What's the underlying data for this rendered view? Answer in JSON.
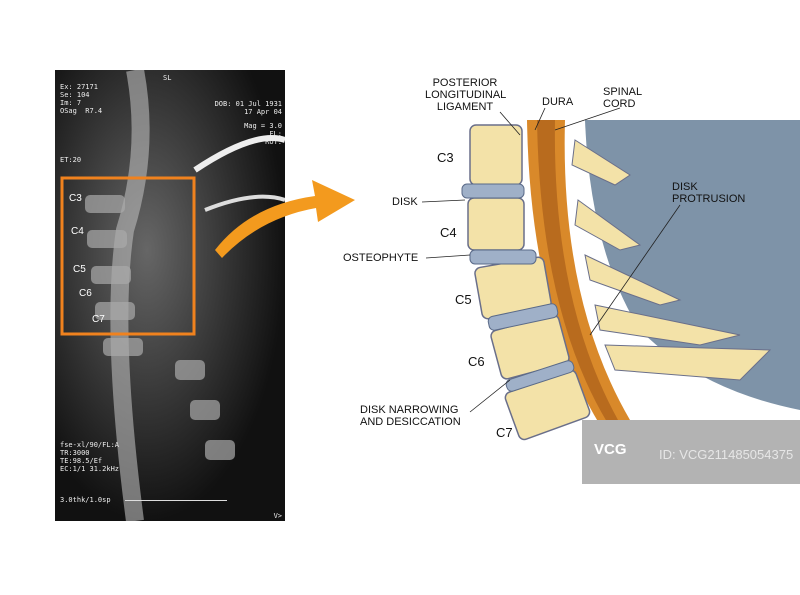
{
  "mri": {
    "top_left": [
      "Ex: 27171",
      "Se: 104",
      "Im: 7",
      "OSag  R7.4"
    ],
    "top_center": "SL",
    "top_right": [
      "DOB: 01 Jul 1931",
      "17 Apr 04"
    ],
    "mag": [
      "Mag = 3.0",
      "FL:",
      "ROT:"
    ],
    "et": "ET:20",
    "bottom_left": [
      "fse-xl/90/FL:A",
      "TR:3000",
      "TE:98.5/Ef",
      "EC:1/1 31.2kHz"
    ],
    "scale": "3.0thk/1.0sp",
    "corner": "V>",
    "levels": [
      "C3",
      "C4",
      "C5",
      "C6",
      "C7"
    ],
    "highlight_color": "#f0821e"
  },
  "illustration": {
    "labels": {
      "pll": [
        "POSTERIOR",
        "LONGITUDINAL",
        "LIGAMENT"
      ],
      "dura": "DURA",
      "cord": [
        "SPINAL",
        "CORD"
      ],
      "disk": "DISK",
      "osteophyte": "OSTEOPHYTE",
      "protrusion": [
        "DISK",
        "PROTRUSION"
      ],
      "narrowing": [
        "DISK NARROWING",
        "AND DESICCATION"
      ]
    },
    "levels": [
      "C3",
      "C4",
      "C5",
      "C6",
      "C7"
    ]
  },
  "watermark": {
    "logo": "VCG",
    "id": "ID: VCG211485054375"
  }
}
